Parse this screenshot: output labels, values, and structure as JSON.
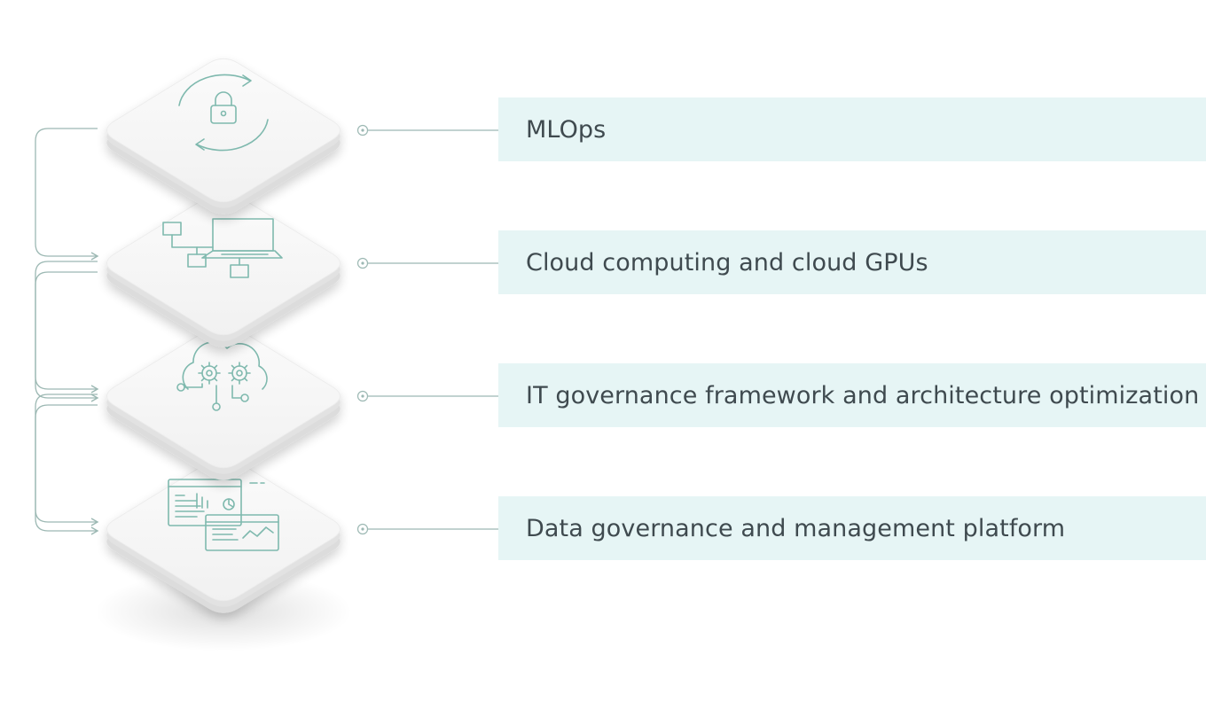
{
  "colors": {
    "accent": "#7fb9ae",
    "connector": "#9cb8b3",
    "label_bg": "#e6f5f5",
    "label_text": "#3f4a4f",
    "tile_top": "#f7f7f7",
    "tile_edge": "#e2e2e2"
  },
  "layers": [
    {
      "label": "MLOps",
      "icon": "lock-refresh-icon"
    },
    {
      "label": "Cloud computing and cloud GPUs",
      "icon": "laptop-network-icon"
    },
    {
      "label": "IT governance framework and architecture optimization",
      "icon": "cloud-gears-icon"
    },
    {
      "label": "Data governance and management platform",
      "icon": "dashboard-windows-icon"
    }
  ]
}
